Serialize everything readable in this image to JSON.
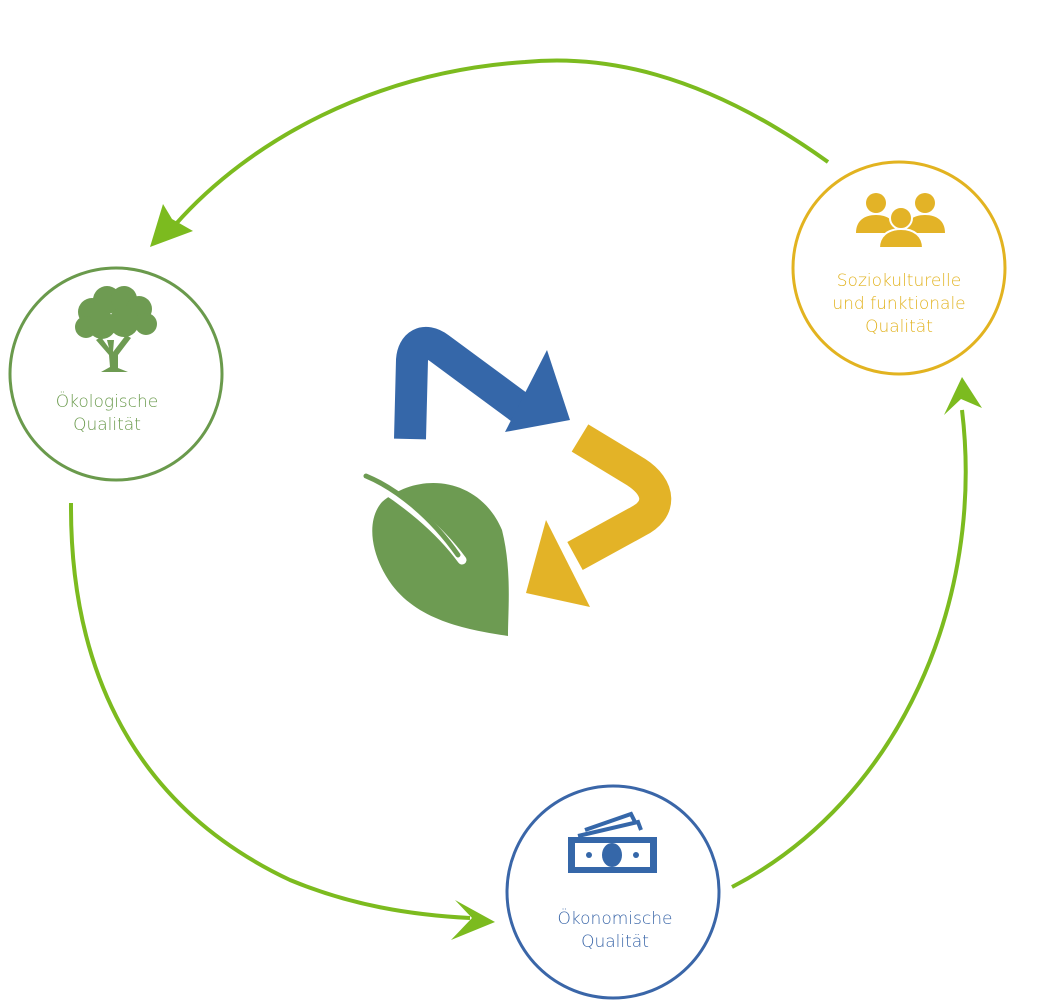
{
  "nodes": {
    "ecological": {
      "label_line1": "Ökologische",
      "label_line2": "Qualität",
      "color": "#6a9a4c",
      "icon": "tree-icon"
    },
    "sociocultural": {
      "label_line1": "Soziokulturelle",
      "label_line2": "und funktionale",
      "label_line3": "Qualität",
      "color": "#e2b320",
      "icon": "people-icon"
    },
    "economic": {
      "label_line1": "Ökonomische",
      "label_line2": "Qualität",
      "color": "#3a66a8",
      "icon": "money-icon"
    }
  },
  "center": {
    "icon": "recycle-leaf-icon",
    "colors": {
      "arrow_blue": "#3567a9",
      "arrow_yellow": "#e3b327",
      "leaf_green": "#6d9b52"
    }
  },
  "cycle": {
    "arrow_color": "#7cbb1f",
    "direction": "counter-clockwise",
    "sequence": [
      "sociocultural",
      "ecological",
      "economic",
      "sociocultural"
    ]
  }
}
